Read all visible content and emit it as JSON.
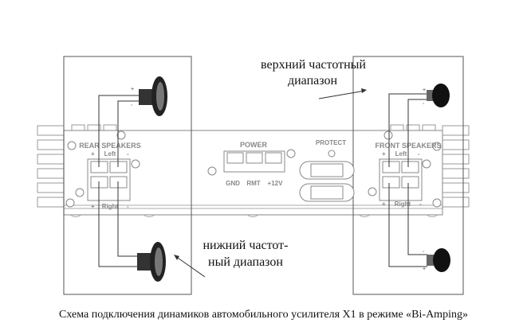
{
  "diagram": {
    "rear_block": {
      "title": "REAR SPEAKERS",
      "left": "Left",
      "right": "Right",
      "plus": "+",
      "minus": "-"
    },
    "front_block": {
      "title": "FRONT SPEAKERS",
      "left": "Left",
      "right": "Right",
      "plus": "+",
      "minus": "-"
    },
    "power": {
      "title": "POWER",
      "terminals": [
        "GND",
        "RMT",
        "+12V"
      ]
    },
    "protect": {
      "label": "PROTECT"
    },
    "annotations": {
      "high_line1": "верхний частотный",
      "high_line2": "диапазон",
      "low_line1": "нижний частот-",
      "low_line2": "ный диапазон"
    },
    "speaker_polarity": {
      "plus": "+",
      "minus": "-"
    }
  },
  "caption": "Схема подключения динамиков автомобильного усилителя X1 в режиме «Bi-Amping»"
}
